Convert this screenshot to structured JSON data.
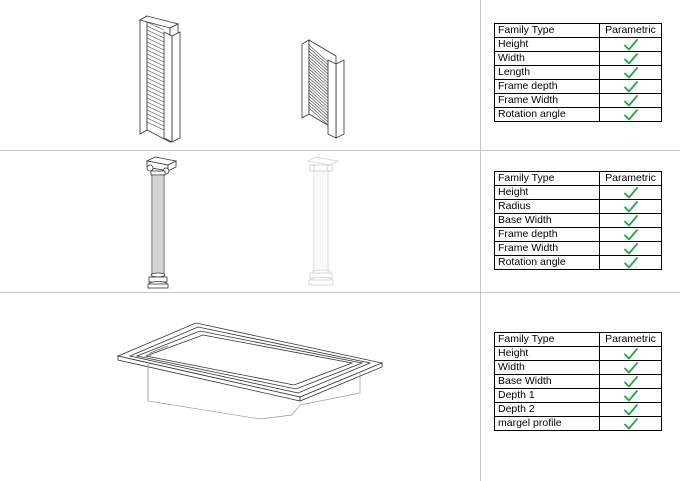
{
  "sections": [
    {
      "id": "louver",
      "table": {
        "headers": [
          "Family Type",
          "Parametric"
        ],
        "rows": [
          "Height",
          "Width",
          "Length",
          "Frame depth",
          "Frame Width",
          "Rotation angle"
        ]
      }
    },
    {
      "id": "column",
      "table": {
        "headers": [
          "Family Type",
          "Parametric"
        ],
        "rows": [
          "Height",
          "Radius",
          "Base Width",
          "Frame depth",
          "Frame Width",
          "Rotation angle"
        ]
      }
    },
    {
      "id": "ceiling",
      "table": {
        "headers": [
          "Family Type",
          "Parametric"
        ],
        "rows": [
          "Height",
          "Width",
          "Base Width",
          "Depth 1",
          "Depth 2",
          "margel profile"
        ]
      }
    }
  ],
  "colors": {
    "check": "#1faa3b",
    "divider": "#c8c8c8"
  }
}
